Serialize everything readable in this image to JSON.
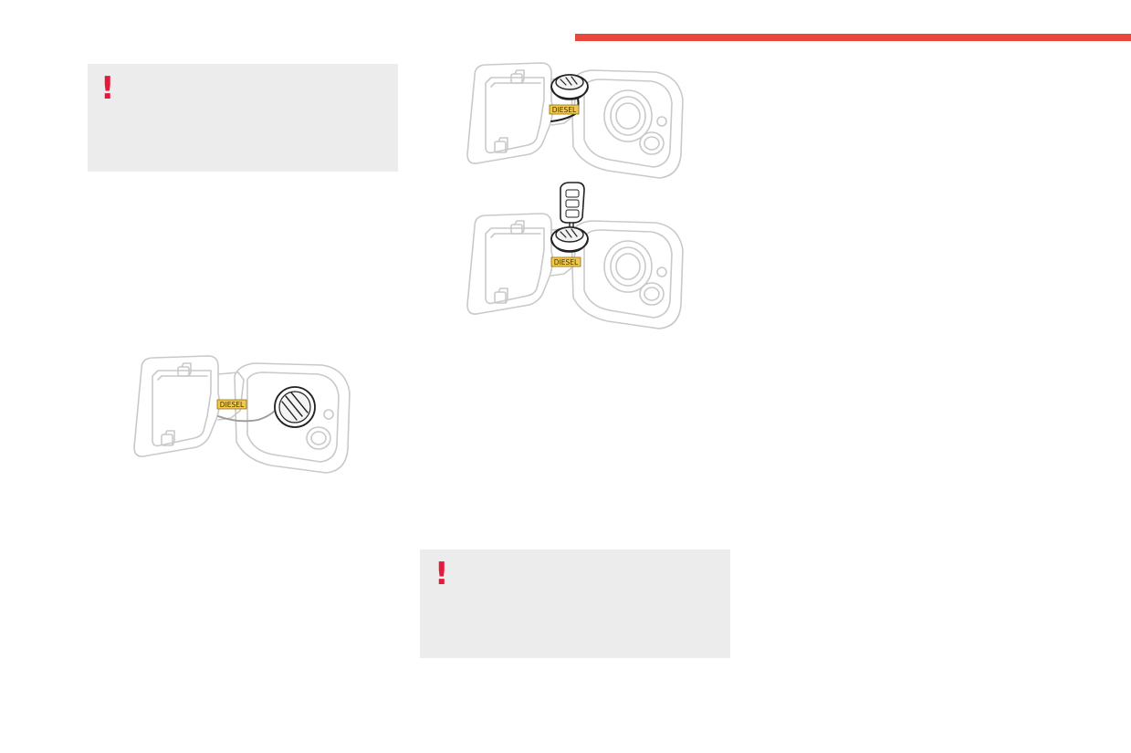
{
  "page": {
    "accent_color": "#e8473b",
    "warning_color": "#e4193b",
    "warning_box_color": "#ececec",
    "line_color": "#c9c9c9"
  },
  "warnings": [
    {
      "icon": "exclamation-icon",
      "symbol": "!"
    },
    {
      "icon": "exclamation-icon",
      "symbol": "!"
    }
  ],
  "illustrations": {
    "cap_closed": {
      "fuel_label": "DIESEL"
    },
    "cap_hanging": {
      "fuel_label": "DIESEL"
    },
    "cap_with_key": {
      "fuel_label": "DIESEL"
    }
  }
}
